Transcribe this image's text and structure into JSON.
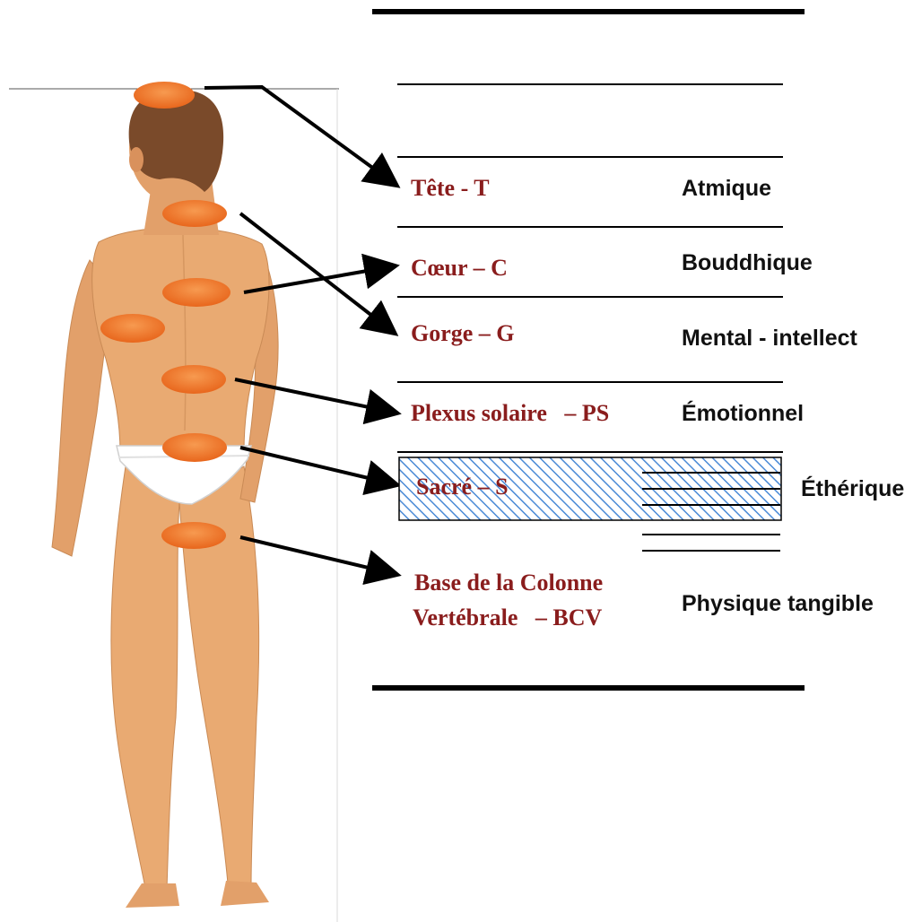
{
  "diagram": {
    "centers": [
      {
        "id": "tete",
        "label": "Tête - T"
      },
      {
        "id": "coeur",
        "label": "Cœur – C"
      },
      {
        "id": "gorge",
        "label": "Gorge – G"
      },
      {
        "id": "plexus",
        "label": "Plexus solaire   – PS"
      },
      {
        "id": "sacre",
        "label": "Sacré – S"
      },
      {
        "id": "base",
        "label_line1": "Base de la Colonne",
        "label_line2": "Vertébrale   – BCV"
      }
    ],
    "planes": [
      {
        "id": "atmique",
        "label": "Atmique"
      },
      {
        "id": "bouddhique",
        "label": "Bouddhique"
      },
      {
        "id": "mental",
        "label": "Mental - intellect"
      },
      {
        "id": "emotionnel",
        "label": "Émotionnel"
      },
      {
        "id": "etherique",
        "label": "Éthérique"
      },
      {
        "id": "physique",
        "label": "Physique tangible"
      }
    ],
    "colors": {
      "chakra": "#f07a2a",
      "label": "#8a1d1d",
      "plane_label": "#111111",
      "hatch": "#4a8ad6",
      "skin": "#e9aa72",
      "hair": "#7a4a2a"
    }
  }
}
